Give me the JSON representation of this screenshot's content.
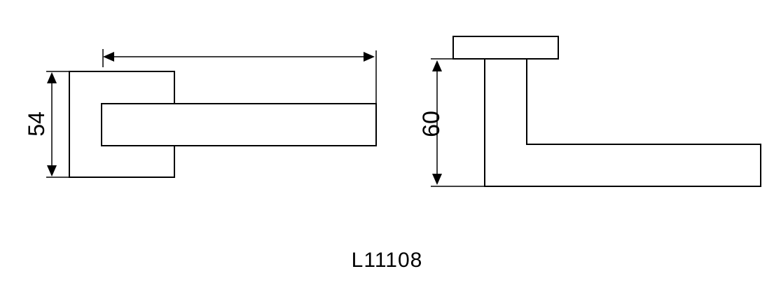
{
  "diagram": {
    "model_code": "L11108",
    "front_view": {
      "height_dimension": "54"
    },
    "side_view": {
      "height_dimension": "60"
    }
  }
}
